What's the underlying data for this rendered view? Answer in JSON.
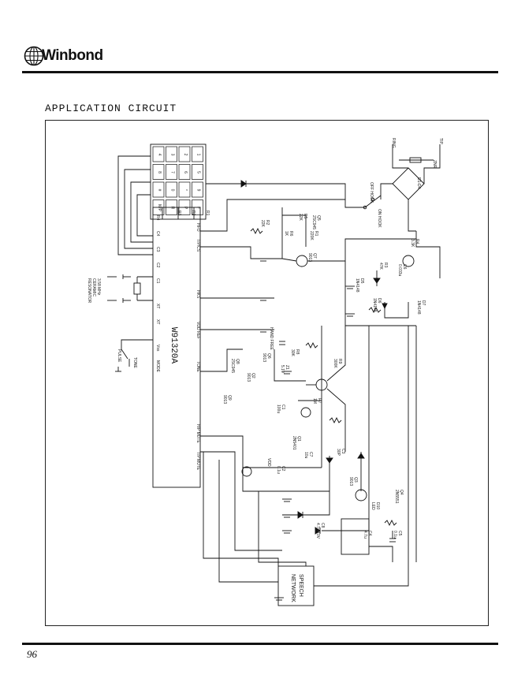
{
  "header": {
    "brand": "Winbond"
  },
  "page": {
    "heading": "APPLICATION CIRCUIT",
    "number": "96"
  },
  "diagram": {
    "ic_label": "W91320A",
    "speech_network_lines": [
      "SPEECH",
      "NETWORK"
    ],
    "keypad_keys": [
      "1",
      "2",
      "3",
      "4",
      "5",
      "6",
      "7",
      "8",
      "9",
      "*",
      "0",
      "#",
      "F",
      "P",
      "R",
      "M/P"
    ],
    "ic_pins_left": [
      "R4",
      "C4",
      "C3",
      "C2",
      "C1",
      "XT",
      "XT",
      "Vss",
      "MODE"
    ],
    "ic_pins_top": [
      "R3",
      "R2",
      "R1"
    ],
    "ic_pins_right": [
      "HFO",
      "T/P/CS",
      "HKS",
      "VDD REF",
      "TONE",
      "H/P MUTE",
      "T/P MUTE"
    ],
    "crystal_label": [
      "3.58 MHz",
      "CERAMIC",
      "RESONATOR"
    ],
    "labels": {
      "ring": "RING",
      "tip": "TIP",
      "off_hook": "OFF HOOK",
      "on_hook": "ON HOOK",
      "pulse": "PULSE",
      "tone": "TONE",
      "hand_free": "HAND FREE",
      "vdd": "VDD"
    },
    "components": [
      {
        "ref": "D1-D4",
        "value": ""
      },
      {
        "ref": "D5",
        "value": "1N4148"
      },
      {
        "ref": "D6",
        "value": "1N4148"
      },
      {
        "ref": "D7",
        "value": "1N4148"
      },
      {
        "ref": "R1",
        "value": "220K"
      },
      {
        "ref": "R2",
        "value": "22K"
      },
      {
        "ref": "R3",
        "value": "47K"
      },
      {
        "ref": "R4",
        "value": "3.3K"
      },
      {
        "ref": "R5",
        "value": "22K"
      },
      {
        "ref": "R6",
        "value": "1K"
      },
      {
        "ref": "R7",
        "value": "1M"
      },
      {
        "ref": "R8",
        "value": "30K"
      },
      {
        "ref": "R9",
        "value": "300K"
      },
      {
        "ref": "Q1",
        "value": "2N5401"
      },
      {
        "ref": "Q2",
        "value": "9013"
      },
      {
        "ref": "Q3",
        "value": "9013"
      },
      {
        "ref": "Q4",
        "value": "2N5551"
      },
      {
        "ref": "Q5",
        "value": "2SC945"
      },
      {
        "ref": "Q6",
        "value": "9013"
      },
      {
        "ref": "Q7",
        "value": "9013"
      },
      {
        "ref": "Q8",
        "value": "2SC945"
      },
      {
        "ref": "Q9",
        "value": "9013"
      },
      {
        "ref": "C1",
        "value": "100u"
      },
      {
        "ref": "C2",
        "value": "0.1u"
      },
      {
        "ref": "C3",
        "value": "30P"
      },
      {
        "ref": "C4",
        "value": "4.7u"
      },
      {
        "ref": "C5",
        "value": "0.1u"
      },
      {
        "ref": "C6",
        "value": "0.033u"
      },
      {
        "ref": "C7",
        "value": "10u"
      },
      {
        "ref": "C8",
        "value": "4.7u/10V"
      },
      {
        "ref": "Z1",
        "value": "5.1V"
      },
      {
        "ref": "D10",
        "value": "LED"
      },
      {
        "ref": "ZNR",
        "value": ""
      }
    ]
  }
}
